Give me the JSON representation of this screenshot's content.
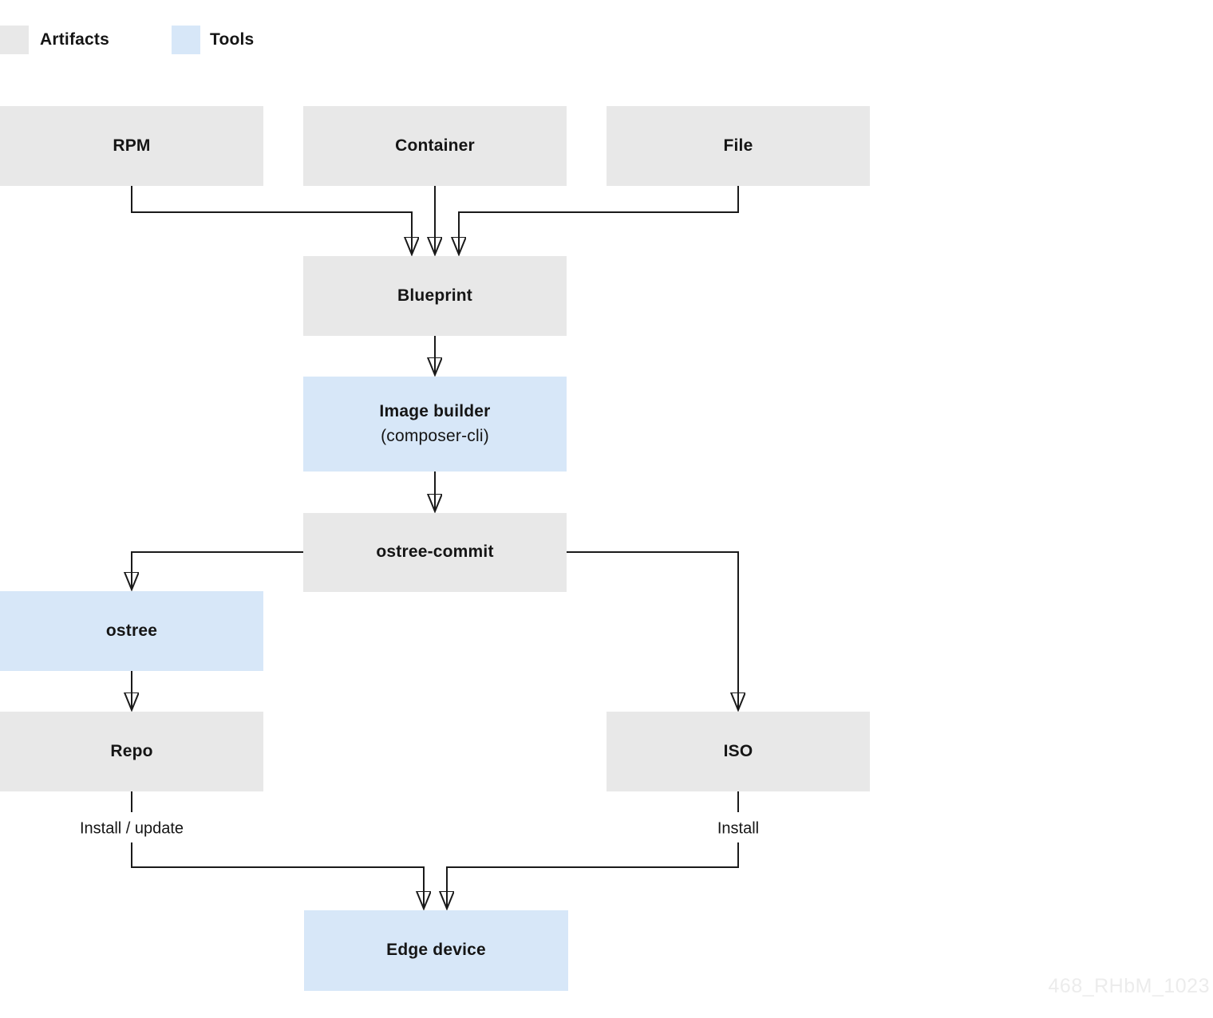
{
  "legend": {
    "items": [
      {
        "label": "Artifacts",
        "type": "artifact"
      },
      {
        "label": "Tools",
        "type": "tool"
      }
    ]
  },
  "colors": {
    "artifact": "#e8e8e8",
    "tool": "#d7e7f8",
    "line": "#1a1a1a",
    "text": "#151515",
    "watermark": "#ececec"
  },
  "nodes": {
    "rpm": {
      "label": "RPM",
      "type": "artifact"
    },
    "container": {
      "label": "Container",
      "type": "artifact"
    },
    "file": {
      "label": "File",
      "type": "artifact"
    },
    "blueprint": {
      "label": "Blueprint",
      "type": "artifact"
    },
    "image_builder": {
      "label": "Image builder",
      "sublabel": "(composer-cli)",
      "type": "tool"
    },
    "ostree_commit": {
      "label": "ostree-commit",
      "type": "artifact"
    },
    "ostree": {
      "label": "ostree",
      "type": "tool"
    },
    "repo": {
      "label": "Repo",
      "type": "artifact"
    },
    "iso": {
      "label": "ISO",
      "type": "artifact"
    },
    "edge_device": {
      "label": "Edge device",
      "type": "tool"
    }
  },
  "edge_labels": {
    "repo_to_edge": "Install / update",
    "iso_to_edge": "Install"
  },
  "watermark": "468_RHbM_1023"
}
